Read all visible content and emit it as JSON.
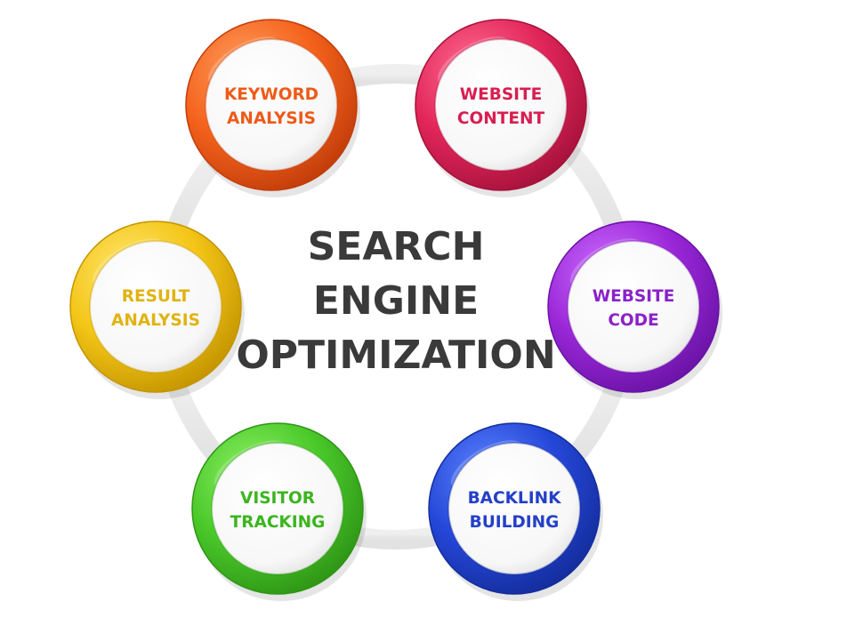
{
  "title_lines": [
    "SEARCH",
    "ENGINE",
    "OPTIMIZATION"
  ],
  "title_color": "#3a3a3a",
  "arrow_color": "#e2e2e2",
  "nodes": [
    {
      "id": "keyword-analysis",
      "lines": [
        "KEYWORD",
        "ANALYSIS"
      ],
      "color": "#f4621c",
      "dark": "#c23d0b",
      "light": "#ffa060",
      "text_color": "#ee5a18"
    },
    {
      "id": "website-content",
      "lines": [
        "WEBSITE",
        "CONTENT"
      ],
      "color": "#e2265a",
      "dark": "#a6123b",
      "light": "#ff6f93",
      "text_color": "#d81e50"
    },
    {
      "id": "website-code",
      "lines": [
        "WEBSITE",
        "CODE"
      ],
      "color": "#9a27d8",
      "dark": "#6a13a6",
      "light": "#cf70ff",
      "text_color": "#8a22c8"
    },
    {
      "id": "backlink-building",
      "lines": [
        "BACKLINK",
        "BUILDING"
      ],
      "color": "#2547d8",
      "dark": "#142d9c",
      "light": "#5f86ff",
      "text_color": "#2440c8"
    },
    {
      "id": "visitor-tracking",
      "lines": [
        "VISITOR",
        "TRACKING"
      ],
      "color": "#4ac92a",
      "dark": "#2f9516",
      "light": "#8ef064",
      "text_color": "#3bb51f"
    },
    {
      "id": "result-analysis",
      "lines": [
        "RESULT",
        "ANALYSIS"
      ],
      "color": "#f3c517",
      "dark": "#c49500",
      "light": "#ffe770",
      "text_color": "#e0b312"
    }
  ]
}
